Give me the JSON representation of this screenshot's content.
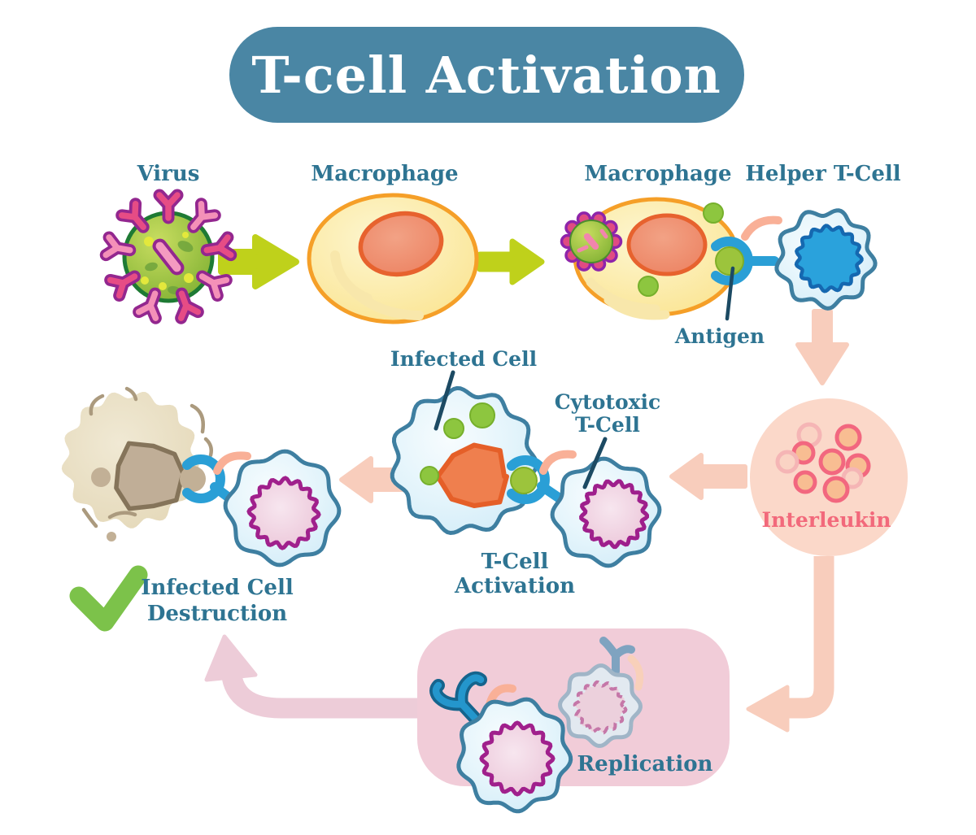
{
  "title": {
    "text": "T-cell Activation"
  },
  "labels": {
    "virus": "Virus",
    "macrophage_1": "Macrophage",
    "macrophage_2": "Macrophage",
    "helper_t_cell": "Helper T-Cell",
    "antigen": "Antigen",
    "interleukin": "Interleukin",
    "infected_cell": "Infected Cell",
    "cytotoxic_t_cell": [
      "Cytotoxic",
      "T-Cell"
    ],
    "t_cell_activation": [
      "T-Cell",
      "Activation"
    ],
    "infected_cell_destruction": [
      "Infected Cell",
      "Destruction"
    ],
    "replication": "Replication"
  },
  "colors": {
    "banner_bg": "#4a86a4",
    "title_text": "#ffffff",
    "label_teal": "#2e7492",
    "interleukin_text": "#f2697b",
    "green_arrow": "#bfd11b",
    "peach_arrow": "#f8cdbc",
    "rose_arrow": "#edccd8",
    "replication_box": "#f1ccd8",
    "interleukin_bg": "#fbd8c9",
    "checkmark_green": "#7cc24a",
    "pointer_navy": "#1c4a63",
    "receptor_blue": "#2a9fd6"
  }
}
